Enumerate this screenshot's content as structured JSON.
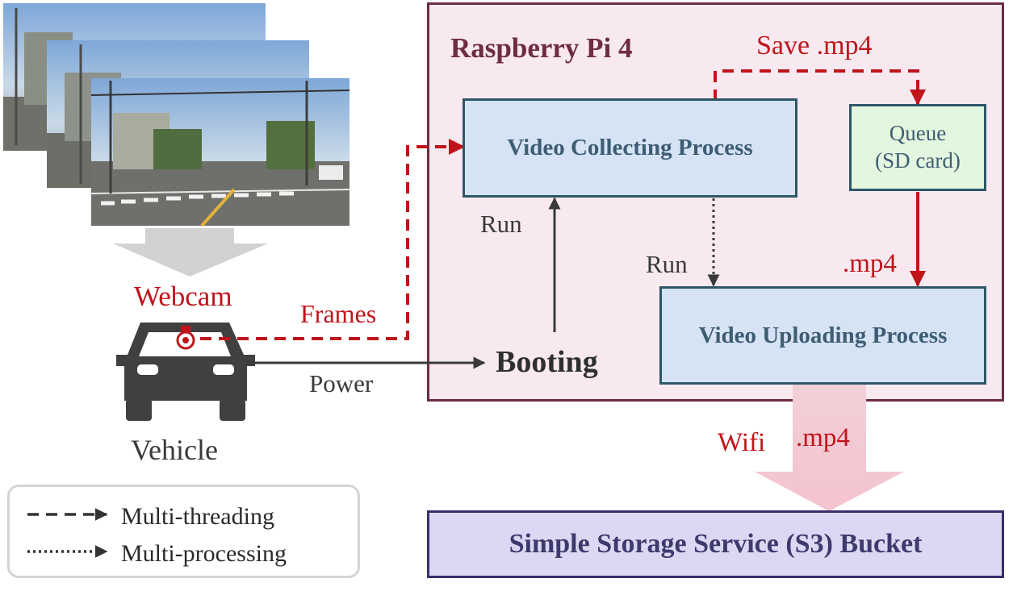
{
  "diagram": {
    "title": "Raspberry Pi 4",
    "nodes": {
      "video_collecting": "Video Collecting Process",
      "queue_line1": "Queue",
      "queue_line2": "(SD card)",
      "video_uploading": "Video Uploading Process",
      "s3": "Simple Storage Service (S3) Bucket",
      "booting": "Booting",
      "webcam": "Webcam",
      "vehicle": "Vehicle"
    },
    "edge_labels": {
      "save": "Save .mp4",
      "run_left": "Run",
      "run_right": "Run",
      "mp4_queue": ".mp4",
      "frames": "Frames",
      "power": "Power",
      "wifi": "Wifi",
      "mp4_s3": ".mp4"
    },
    "legend": [
      {
        "label": "Multi-threading",
        "style": "dashed"
      },
      {
        "label": "Multi-processing",
        "style": "dotted"
      }
    ],
    "colors": {
      "accent_red": "#c0141b",
      "pi_border": "#6e2c44",
      "pi_fill": "#f8e9f0",
      "process_fill": "#d6e3f5",
      "queue_fill": "#e3f6df",
      "s3_fill": "#dcd8f3"
    },
    "icons": [
      "street-photo-stack",
      "down-arrow",
      "car-icon",
      "webcam-icon",
      "wifi-arrow"
    ]
  }
}
